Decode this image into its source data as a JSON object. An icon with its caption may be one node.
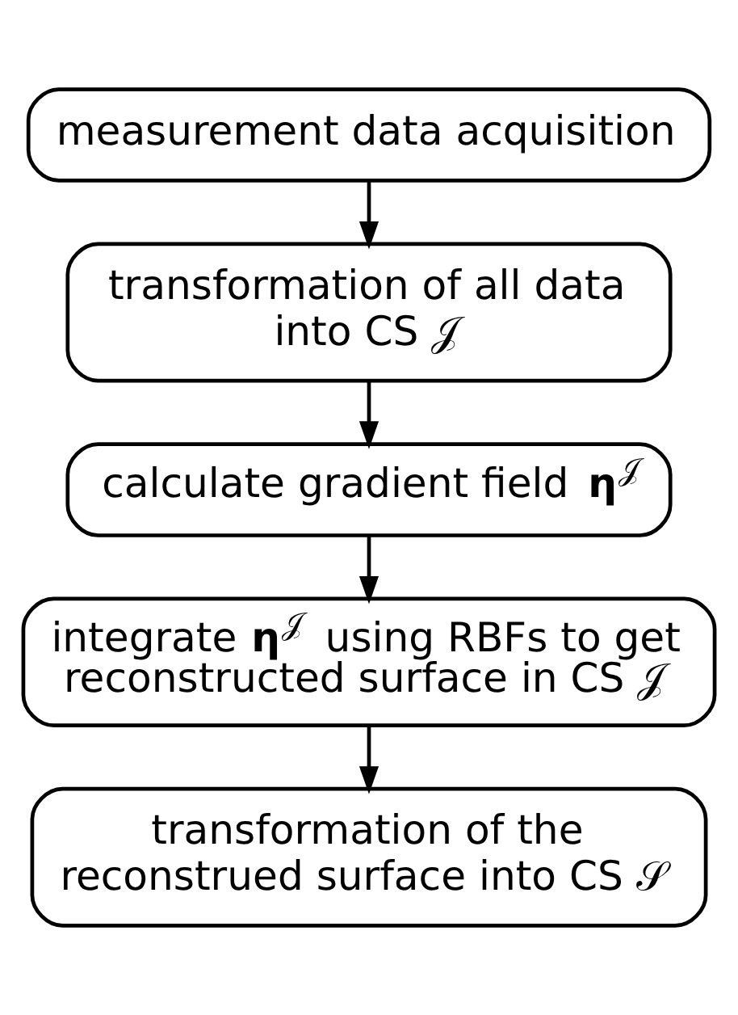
{
  "diagram": {
    "nodes": [
      {
        "text": [
          "measurement data acquisition"
        ]
      },
      {
        "text": [
          "transformation of all data into CS 𝒥"
        ]
      },
      {
        "text": [
          "calculate gradient field **η**$^{𝒥}$"
        ]
      },
      {
        "text": [
          "integrate **η**$^{𝒥}$ using RBFs to get reconstructed surface in CS 𝒥"
        ]
      },
      {
        "text": [
          "transformation of the reconstrued surface into CS 𝒮"
        ]
      }
    ],
    "edges": [
      {
        "from": 0,
        "to": 1,
        "arrow": "to"
      },
      {
        "from": 1,
        "to": 2,
        "arrow": "to"
      },
      {
        "from": 2,
        "to": 3,
        "arrow": "to"
      },
      {
        "from": 3,
        "to": 4,
        "arrow": "to"
      }
    ]
  }
}
